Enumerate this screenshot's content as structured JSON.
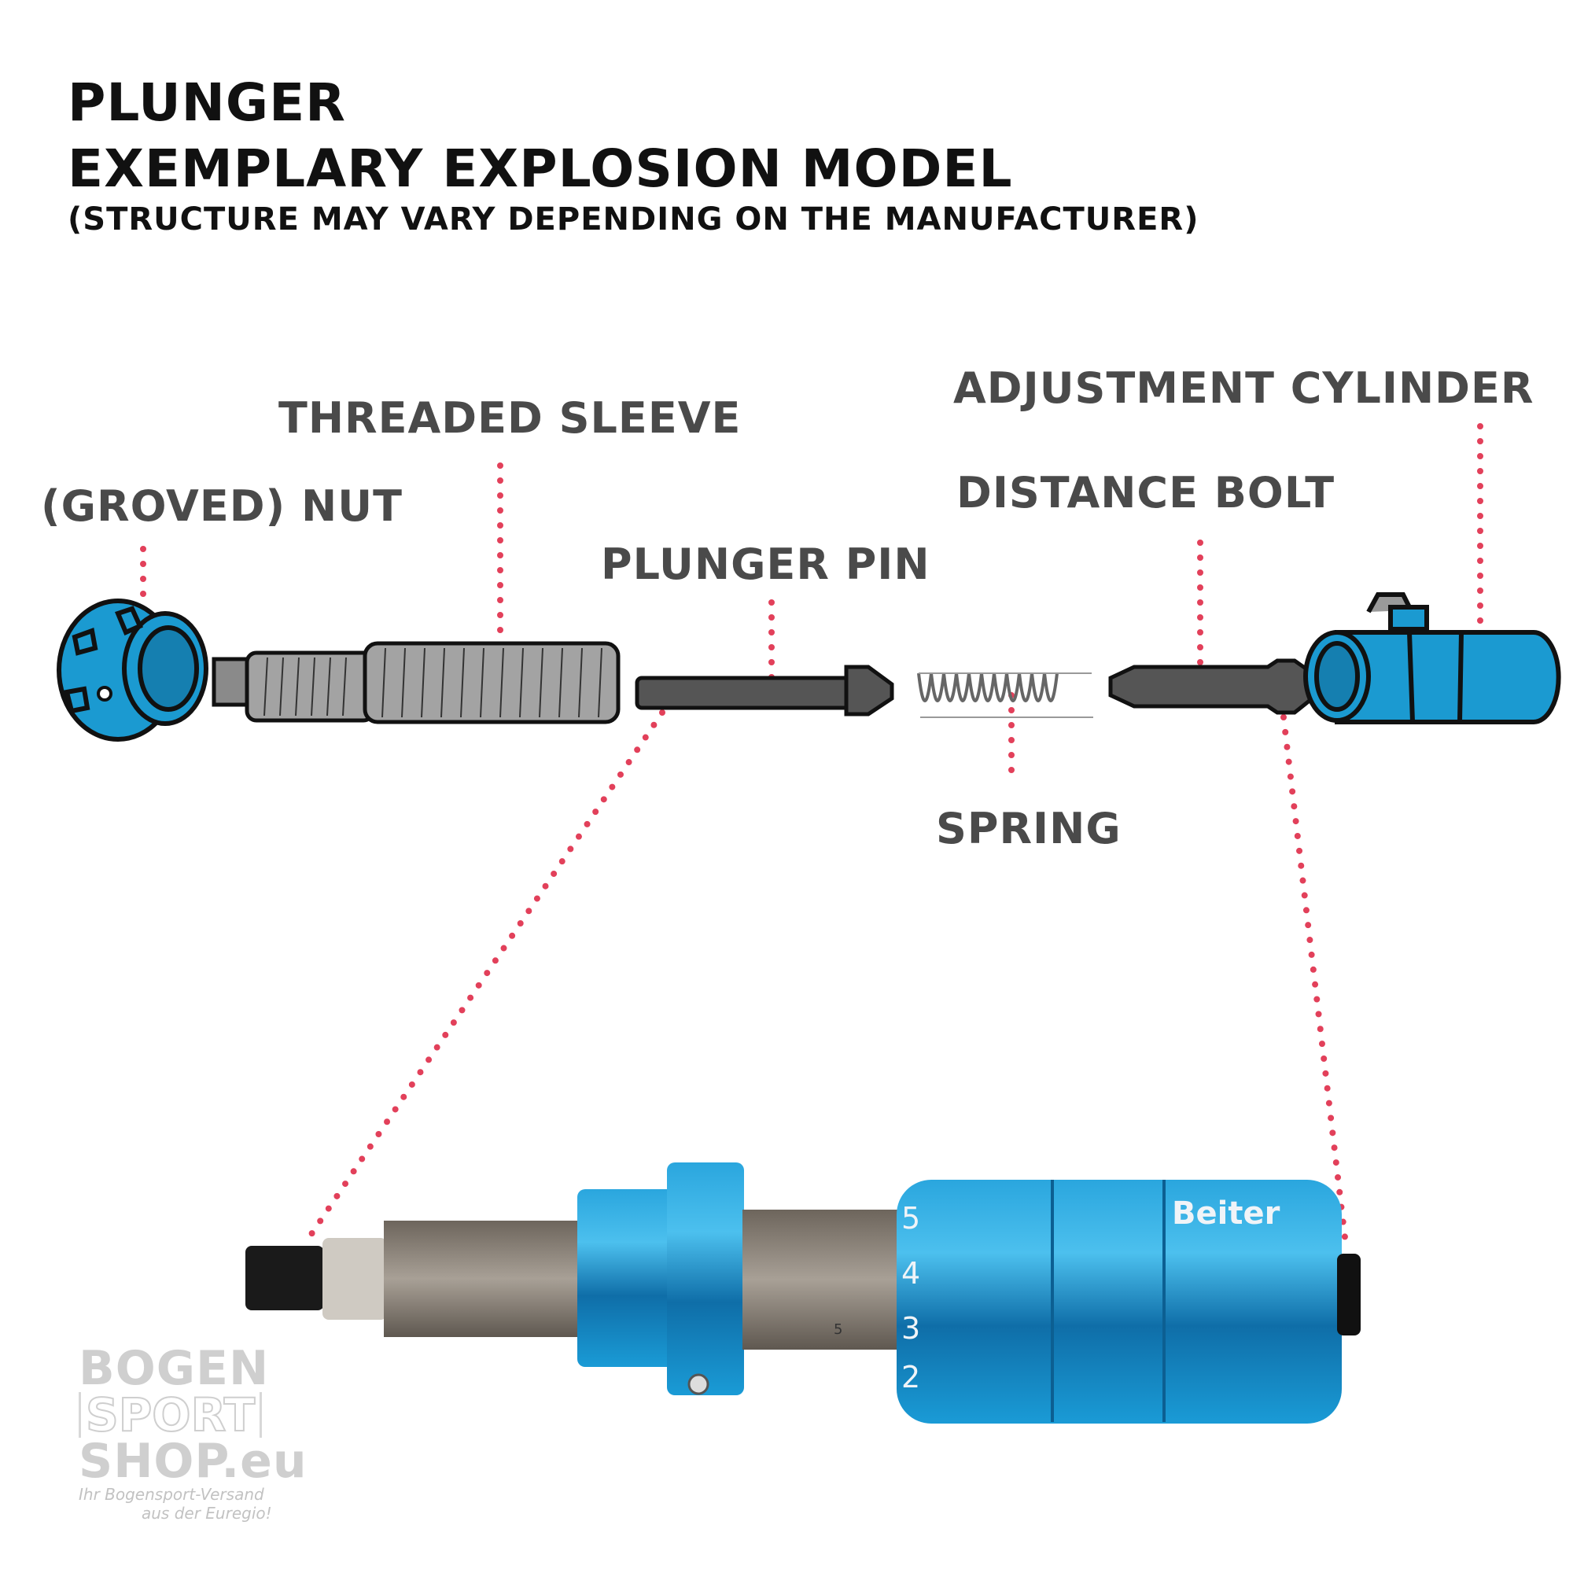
{
  "header": {
    "title_line1": "PLUNGER",
    "title_line2": "EXEMPLARY EXPLOSION MODEL",
    "subtitle": "(STRUCTURE MAY VARY DEPENDING ON THE MANUFACTURER)"
  },
  "parts": {
    "nut": "(GROVED) NUT",
    "threaded_sleeve": "THREADED SLEEVE",
    "plunger_pin": "PLUNGER PIN",
    "distance_bolt": "DISTANCE BOLT",
    "adjustment_cylinder": "ADJUSTMENT CYLINDER",
    "spring": "SPRING"
  },
  "assembled_photo": {
    "brand_logo": "Beiter",
    "scale_numbers": [
      "5",
      "4",
      "3",
      "2"
    ],
    "thread_mark": "5"
  },
  "watermark": {
    "line1": "BOGEN",
    "line2": "SPORT",
    "line3": "SHOP.eu",
    "tagline1": "Ihr Bogensport-Versand",
    "tagline2": "aus der Euregio!"
  },
  "colors": {
    "part_blue": "#1b9ad1",
    "leader_dots": "#e2405a",
    "label_text": "#4a4a4a",
    "title_text": "#111111",
    "metal_gray": "#9a9a9a",
    "dark_part": "#555555"
  }
}
